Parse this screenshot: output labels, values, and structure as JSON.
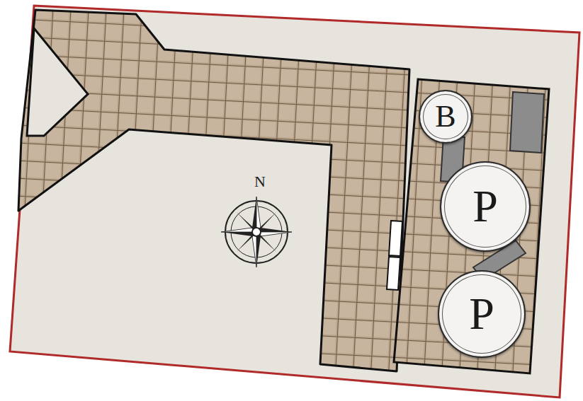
{
  "diagram": {
    "nodes": [
      {
        "text": [
          "B"
        ]
      },
      {
        "text": [
          "P"
        ]
      },
      {
        "text": [
          "P"
        ]
      }
    ],
    "labels": [
      "N"
    ]
  }
}
